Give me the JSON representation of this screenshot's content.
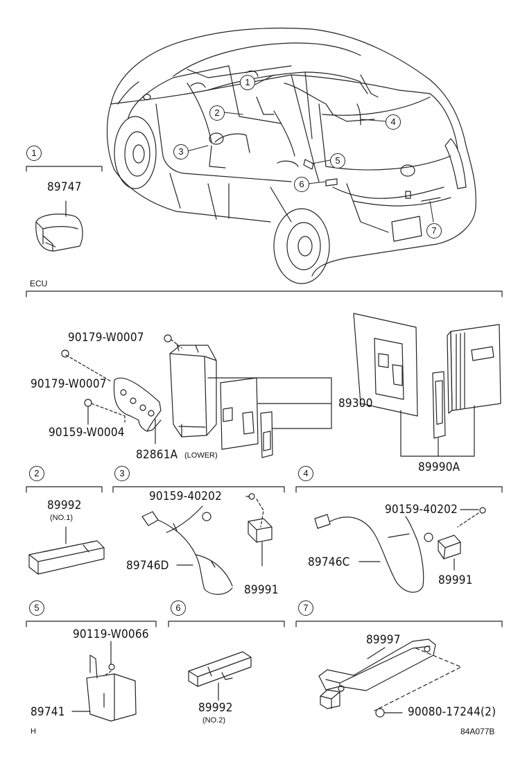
{
  "callouts": {
    "c1": "1",
    "c2": "2",
    "c3": "3",
    "c4": "4",
    "c5": "5",
    "c6": "6",
    "c7": "7"
  },
  "sections": {
    "s1": "1",
    "ecu": "ECU",
    "s2": "2",
    "s3": "3",
    "s4": "4",
    "s5": "5",
    "s6": "6",
    "s7": "7"
  },
  "parts": {
    "p89747": "89747",
    "p90179a": "90179-W0007",
    "p90179b": "90179-W0007",
    "p90159w": "90159-W0004",
    "p82861a": "82861A",
    "p82861a_note": "(LOWER)",
    "p89300": "89300",
    "p89990a": "89990A",
    "p89992a": "89992",
    "p89992a_note": "(NO.1)",
    "p90159a": "90159-40202",
    "p89746d": "89746D",
    "p89991a": "89991",
    "p90159b": "90159-40202",
    "p89746c": "89746C",
    "p89991b": "89991",
    "p90119": "90119-W0066",
    "p89741": "89741",
    "p89992b": "89992",
    "p89992b_note": "(NO.2)",
    "p89997": "89997",
    "p90080": "90080-17244(2)"
  },
  "footer": {
    "left_mark": "H",
    "code": "84A077B"
  }
}
